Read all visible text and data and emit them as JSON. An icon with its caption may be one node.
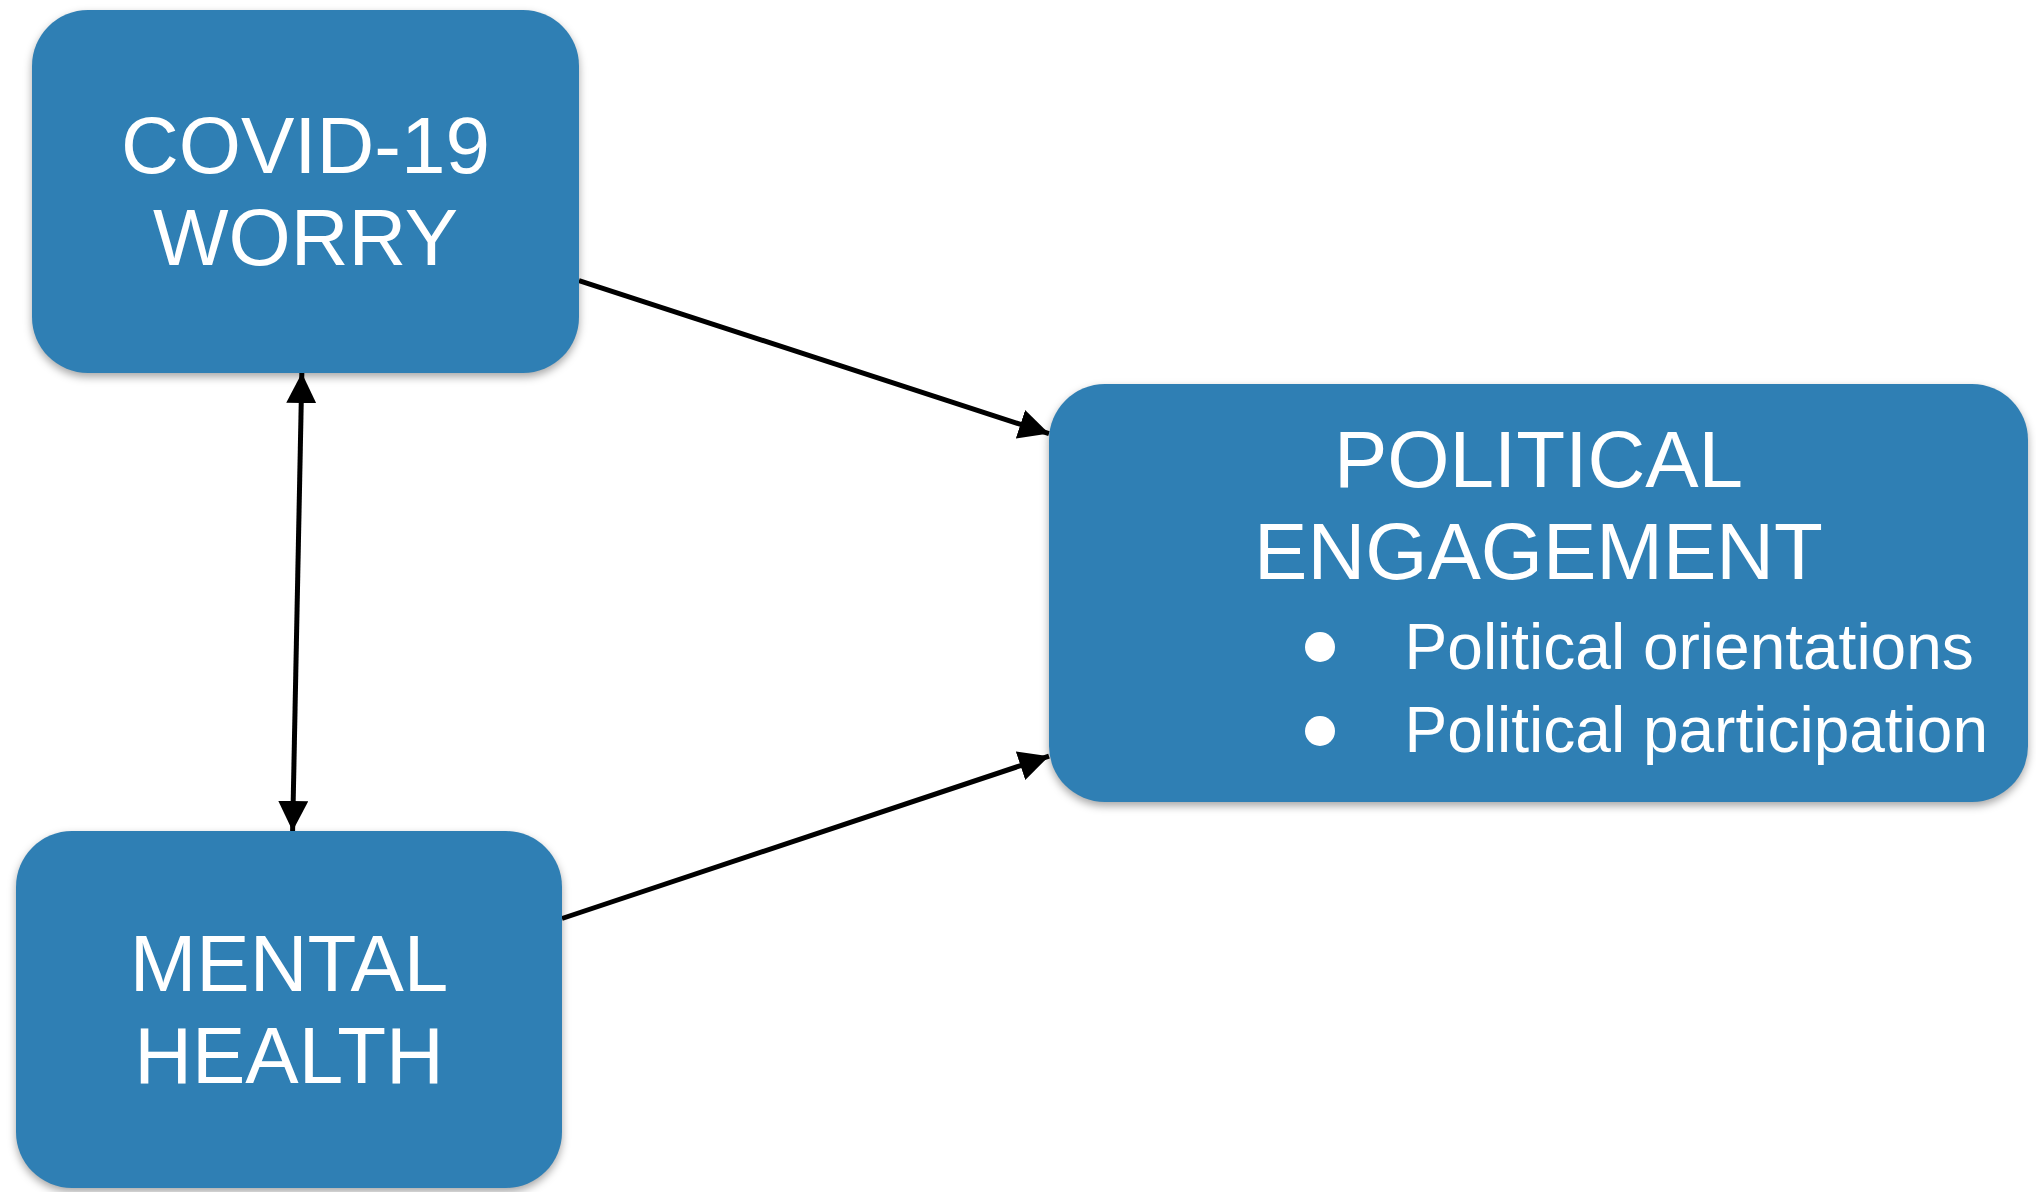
{
  "diagram": {
    "nodes": [
      {
        "text": [
          "COVID-19 WORRY"
        ]
      },
      {
        "text": [
          "MENTAL HEALTH"
        ]
      },
      {
        "text": [
          "POLITICAL ENGAGEMENT",
          "Political orientations",
          "Political participation"
        ]
      }
    ],
    "edges": [
      {
        "from": 0,
        "to": 2,
        "arrow": "to"
      },
      {
        "from": 1,
        "to": 2,
        "arrow": "to"
      },
      {
        "from": 0,
        "to": 1,
        "arrow": "both"
      }
    ]
  }
}
